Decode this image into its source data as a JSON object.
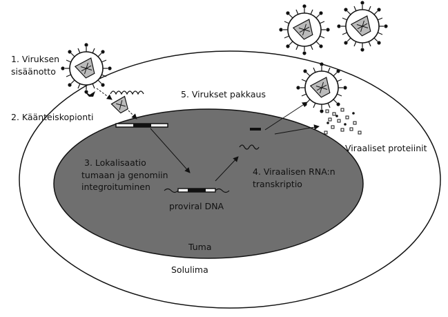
{
  "labels": {
    "step1_line1": "1. Viruksen",
    "step1_line2": "sisäänotto",
    "step2": "2. Käänteiskopionti",
    "step3_line1": "3. Lokalisaatio",
    "step3_line2": "tumaan ja genomiin",
    "step3_line3": "integroituminen",
    "step4_line1": "4. Viraalisen RNA:n",
    "step4_line2": "transkriptio",
    "step5": "5. Virukset pakkaus",
    "viral_proteins": "Viraaliset proteiinit",
    "proviral_dna": "proviral DNA",
    "nucleus": "Tuma",
    "cytoplasm": "Solulima"
  },
  "colors": {
    "nucleus_fill": "#6f6f6f",
    "stroke": "#111111",
    "background": "#ffffff"
  }
}
